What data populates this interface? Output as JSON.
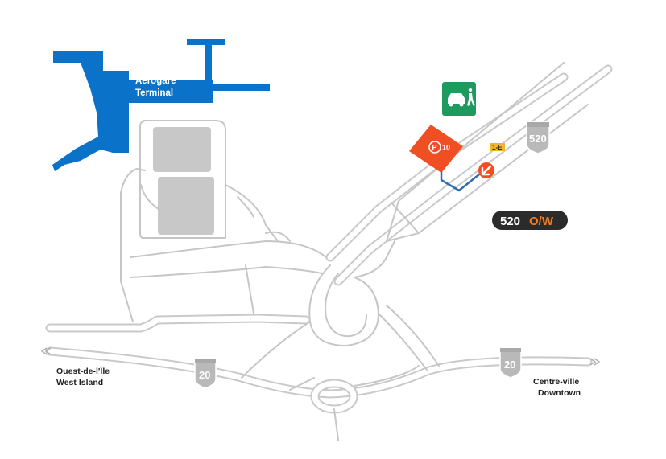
{
  "terminal": {
    "label_line1": "Aérogare",
    "label_line2": "Terminal",
    "color": "#0a72c8"
  },
  "parking": {
    "letter": "P",
    "number": "10",
    "color": "#f04e23"
  },
  "dropoff_icon": {
    "icon": "car-and-pedestrian-icon",
    "color": "#1e9a5e"
  },
  "exit_arrow": {
    "icon": "arrow-down-left-icon",
    "color": "#f04e23"
  },
  "exit_tag": {
    "label": "1-E",
    "color": "#f2b233"
  },
  "shields": {
    "hwy520": {
      "number": "520"
    },
    "hwy20_left": {
      "number": "20"
    },
    "hwy20_right": {
      "number": "20"
    }
  },
  "route_pill": {
    "number": "520",
    "direction": "O/W",
    "bg": "#2b2b2b",
    "accent": "#f47b20"
  },
  "destinations": {
    "west": {
      "line1": "Ouest-de-l'Île",
      "line2": "West Island"
    },
    "east": {
      "line1": "Centre-ville",
      "line2": "Downtown"
    }
  },
  "route_line_color": "#2f6db5",
  "road_color": "#c9c9c9"
}
